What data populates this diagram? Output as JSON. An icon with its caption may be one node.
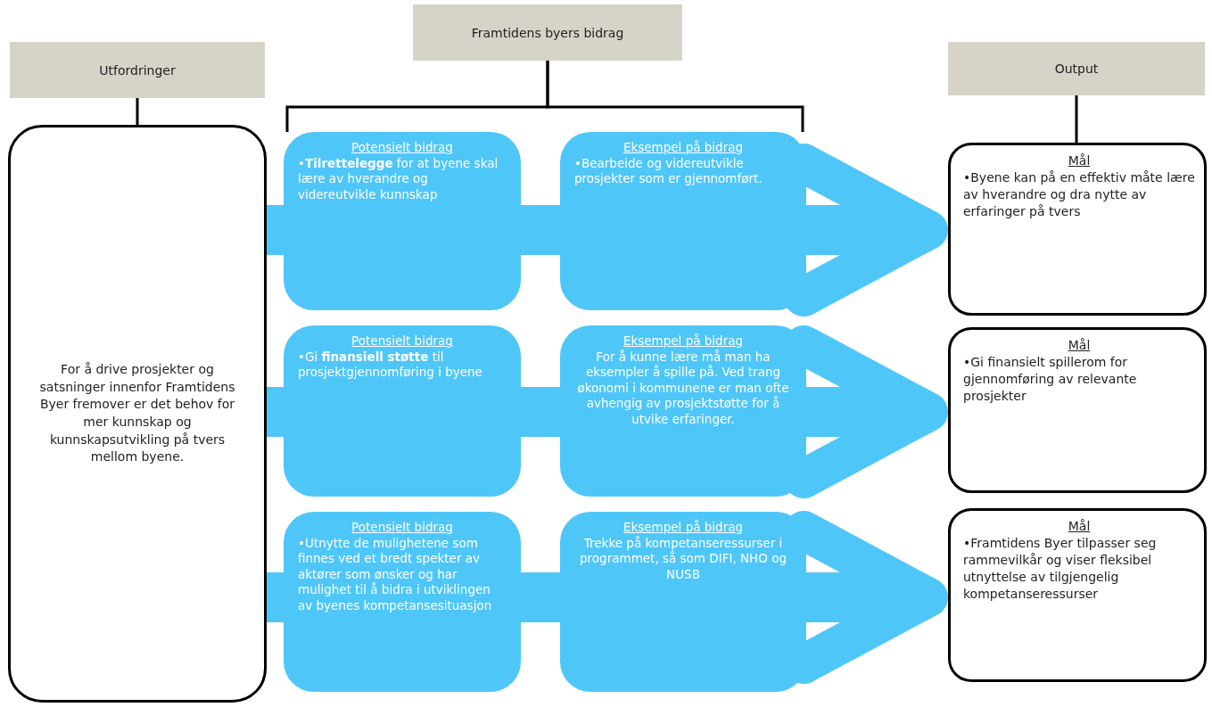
{
  "diagram": {
    "nodes": [
      {
        "text": [
          "Utfordringer"
        ]
      },
      {
        "text": [
          "Framtidens byers bidrag"
        ]
      },
      {
        "text": [
          "Output"
        ]
      },
      {
        "text": [
          "For å drive prosjekter og satsninger innenfor Framtidens Byer fremover er det behov for mer kunnskap og kunnskapsutvikling på tvers mellom byene."
        ]
      },
      {
        "text": [
          "Potensielt bidrag",
          "•**Tilrettelegge** for at byene skal lære av hverandre og videreutvikle kunnskap"
        ]
      },
      {
        "text": [
          "Eksempel på bidrag",
          "•Bearbeide og videreutvikle prosjekter som er gjennomført."
        ]
      },
      {
        "text": [
          "Potensielt bidrag",
          "•Gi **finansiell støtte** til prosjektgjennomføring i byene"
        ]
      },
      {
        "text": [
          "Eksempel på bidrag",
          "For å kunne lære må man ha eksempler å spille på. Ved trang økonomi i kommunene er man ofte avhengig av prosjektstøtte for å utvike erfaringer."
        ]
      },
      {
        "text": [
          "Potensielt bidrag",
          "•Utnytte de mulighetene som finnes ved et bredt spekter av aktører som ønsker og har mulighet til å bidra i utviklingen av byenes kompetansesituasjon"
        ]
      },
      {
        "text": [
          "Eksempel på bidrag",
          "Trekke på kompetanseressurser i programmet, så som DIFI, NHO og NUSB"
        ]
      },
      {
        "text": [
          "Mål",
          "•Byene kan på en effektiv måte lære av hverandre og dra nytte av erfaringer på tvers"
        ]
      },
      {
        "text": [
          "Mål",
          "•Gi finansielt spillerom for gjennomføring av relevante prosjekter"
        ]
      },
      {
        "text": [
          "Mål",
          "•Framtidens Byer tilpasser seg rammevilkår og viser fleksibel utnyttelse av tilgjengelig kompetanseressurser"
        ]
      }
    ],
    "edges": [
      {
        "from": 0,
        "to": 3,
        "arrow": "none",
        "color": "#000000"
      },
      {
        "from": 1,
        "to": 4,
        "arrow": "none",
        "color": "#000000"
      },
      {
        "from": 1,
        "to": 5,
        "arrow": "none",
        "color": "#000000"
      },
      {
        "from": 2,
        "to": 10,
        "arrow": "none",
        "color": "#000000"
      },
      {
        "from": 3,
        "to": 4,
        "arrow": "none"
      },
      {
        "from": 4,
        "to": 5,
        "arrow": "none"
      },
      {
        "from": 5,
        "to": 10,
        "arrow": "to"
      },
      {
        "from": 3,
        "to": 6,
        "arrow": "none"
      },
      {
        "from": 6,
        "to": 7,
        "arrow": "none"
      },
      {
        "from": 7,
        "to": 11,
        "arrow": "to"
      },
      {
        "from": 3,
        "to": 8,
        "arrow": "none"
      },
      {
        "from": 8,
        "to": 9,
        "arrow": "none"
      },
      {
        "from": 9,
        "to": 12,
        "arrow": "to"
      }
    ]
  }
}
